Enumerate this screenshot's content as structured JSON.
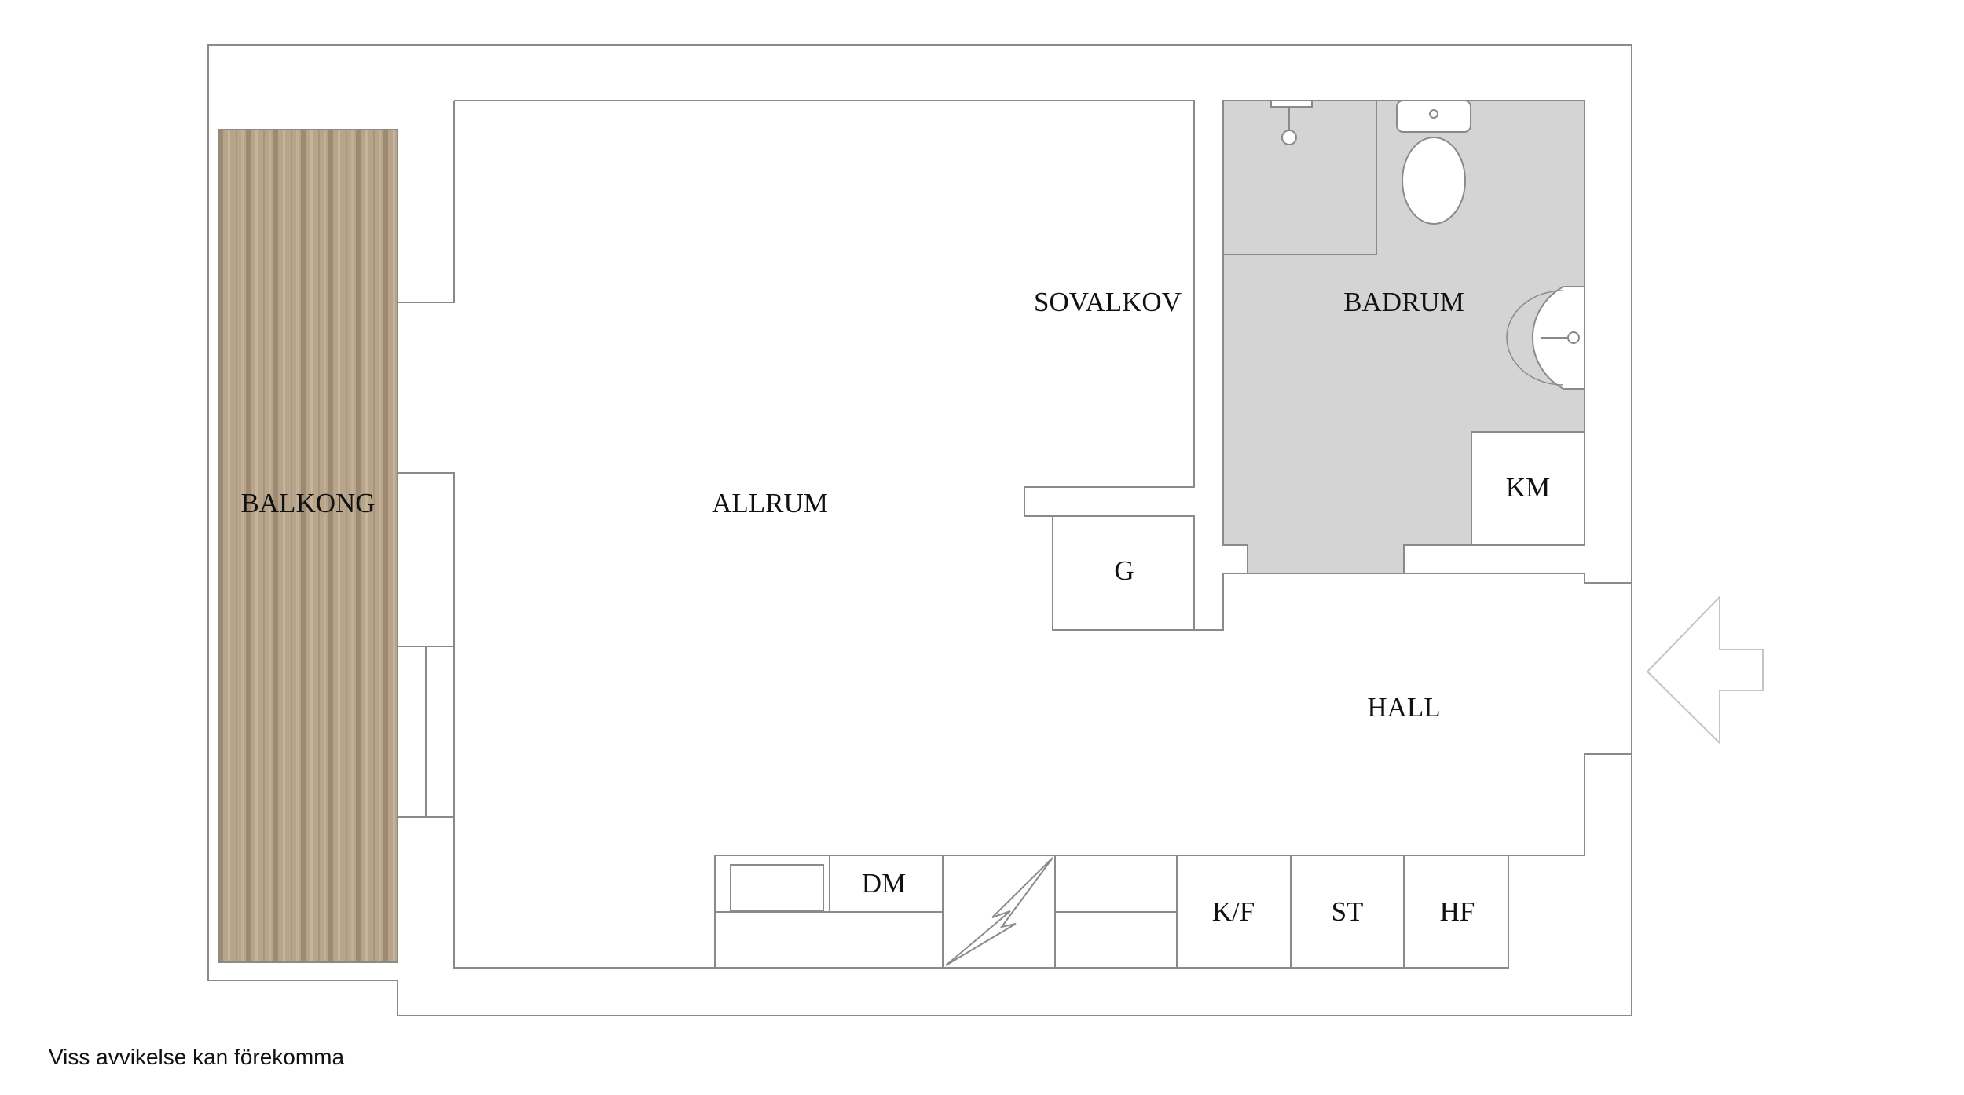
{
  "rooms": {
    "balkong": "BALKONG",
    "allrum": "ALLRUM",
    "sovalkov": "SOVALKOV",
    "badrum": "BADRUM",
    "km": "KM",
    "g": "G",
    "hall": "HALL",
    "dm": "DM",
    "kf": "K/F",
    "st": "ST",
    "hf": "HF"
  },
  "footer": {
    "note": "Viss avvikelse kan förekomma"
  },
  "colors": {
    "wall": "#8a8a8a",
    "bathroom_floor": "#d4d4d4",
    "balcony_wood": "#b7a48b",
    "background": "#ffffff"
  },
  "icons": {
    "entrance": "entrance-arrow-icon",
    "stove": "lightning-icon"
  }
}
